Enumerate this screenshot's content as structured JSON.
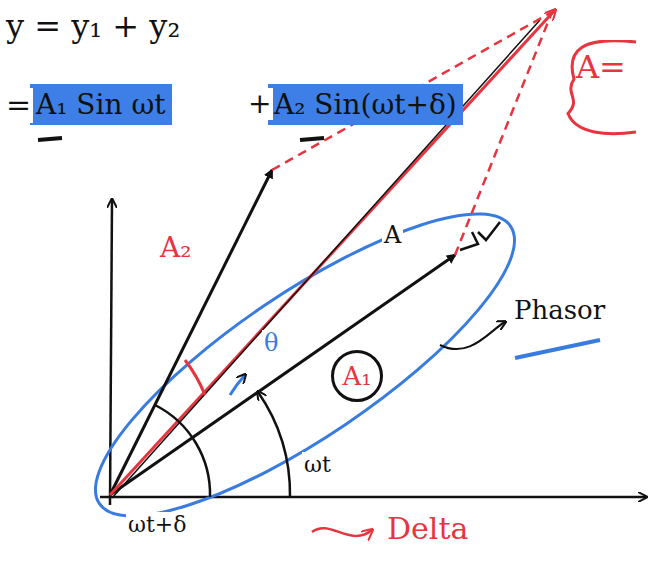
{
  "diagram": {
    "nodes": [
      {
        "text": [
          "A₁ Sin ωt"
        ]
      },
      {
        "text": [
          "A₂ Sin(ωt+δ)"
        ]
      },
      {
        "text": [
          "A="
        ]
      },
      {
        "text": [
          "A₁"
        ]
      }
    ],
    "labels": [
      "y = y₁ + y₂",
      "=",
      "+",
      "A₂",
      "A",
      "θ",
      "ωt",
      "ωt+δ",
      "Delta",
      "Phasor"
    ]
  }
}
